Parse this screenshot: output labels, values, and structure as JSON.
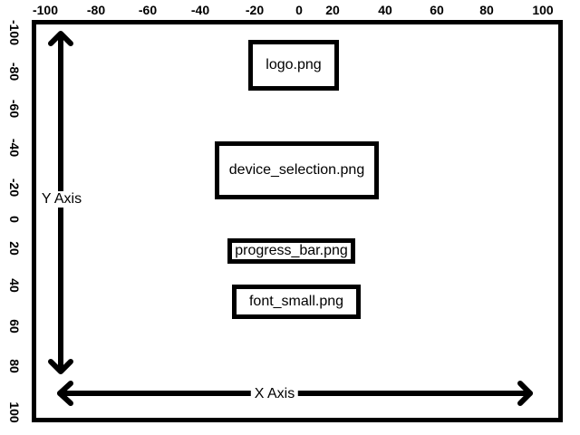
{
  "top_ticks": [
    "-100",
    "-80",
    "-60",
    "-40",
    "-20",
    "0",
    "20",
    "40",
    "60",
    "80",
    "100"
  ],
  "left_ticks": [
    "-100",
    "-80",
    "-60",
    "-40",
    "-20",
    "0",
    "20",
    "40",
    "60",
    "80",
    "100"
  ],
  "images": {
    "logo": "logo.png",
    "device_selection": "device_selection.png",
    "progress_bar": "progress_bar.png",
    "font_small": "font_small.png"
  },
  "axes": {
    "y_label": "Y Axis",
    "x_label": "X Axis"
  }
}
